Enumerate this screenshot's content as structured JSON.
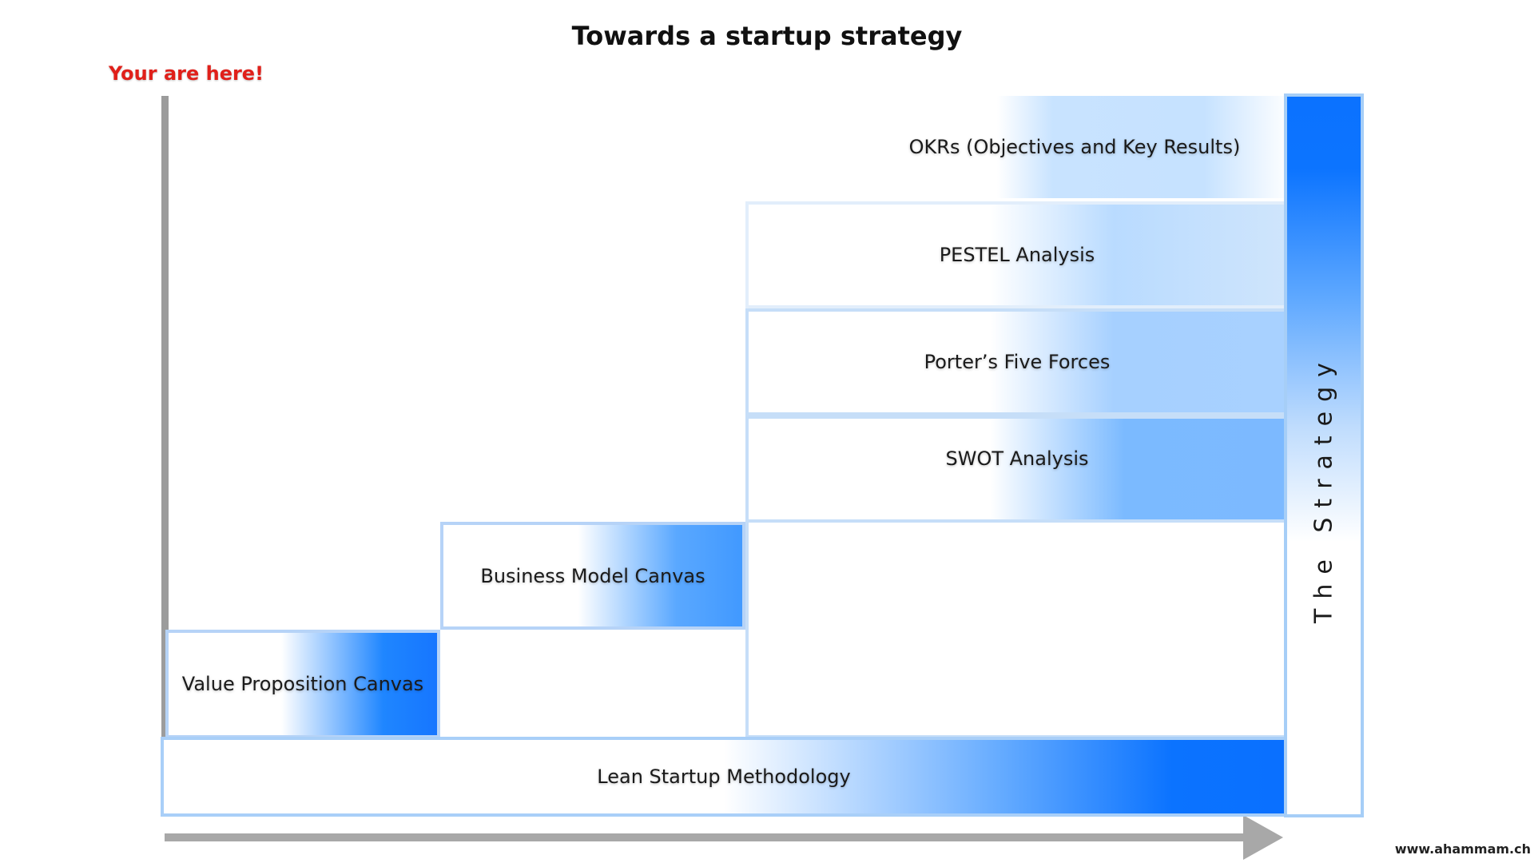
{
  "diagram": {
    "title": "Towards a startup strategy",
    "marker": "Your are here!",
    "steps": [
      {
        "label": "Lean Startup Methodology"
      },
      {
        "label": "Value Proposition Canvas"
      },
      {
        "label": "Business Model Canvas"
      },
      {
        "label": "SWOT Analysis"
      },
      {
        "label": "Porter’s Five Forces"
      },
      {
        "label": "PESTEL Analysis"
      },
      {
        "label": "OKRs (Objectives and Key Results)"
      }
    ],
    "goal": "The Strategy",
    "footer": "www.ahammam.ch",
    "colors": {
      "accent_blue": "#0a70ff",
      "light_blue": "#b9d8fb",
      "marker_red": "#e0201a",
      "axis_gray": "#a8a8a8"
    }
  }
}
